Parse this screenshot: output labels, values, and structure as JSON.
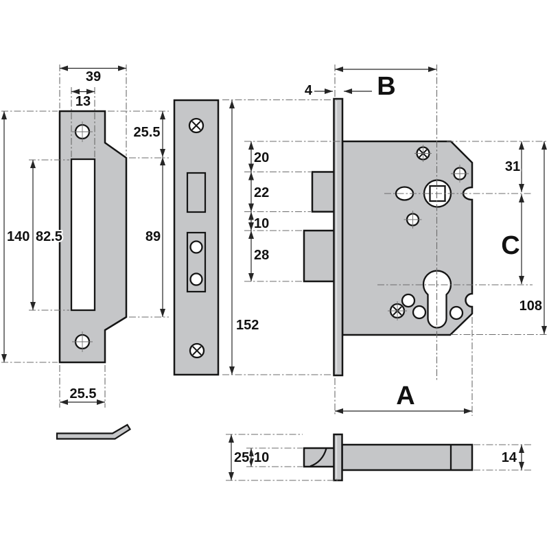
{
  "drawing": {
    "colors": {
      "part_fill": "#c5c6c8",
      "outline": "#151515",
      "dim_line": "#262626",
      "centerline": "#6b6b6b",
      "background": "#ffffff",
      "text": "#111111"
    },
    "dims": {
      "strike_width": "39",
      "strike_slot_width": "13",
      "strike_top_height": "25.5",
      "strike_height": "140",
      "strike_slot_height": "82.5",
      "strike_lip_height": "89",
      "strike_plate_width": "25.5",
      "forend_height": "152",
      "latch_top_offset": "20",
      "latch_height": "22",
      "latch_gap": "10",
      "deadbolt_height": "28",
      "faceplate_thickness": "4",
      "backset": "B",
      "spindle_offset": "31",
      "centres": "C",
      "case_height": "108",
      "case_depth": "A",
      "side_forend_width": "25",
      "side_latch_thickness": "10",
      "side_case_thickness": "14"
    }
  }
}
